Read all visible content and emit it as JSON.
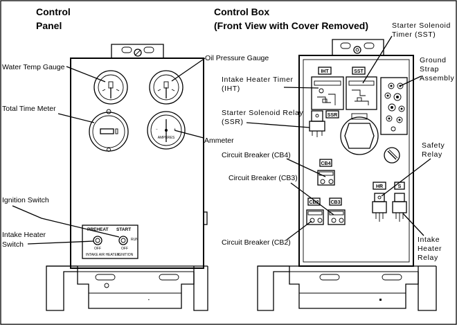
{
  "left": {
    "title_line1": "Control",
    "title_line2": "Panel",
    "labels": {
      "water_temp": "Water Temp Gauge",
      "oil_pressure": "Oil Pressure Gauge",
      "total_time": "Total Time Meter",
      "ammeter": "Ammeter",
      "ignition": "Ignition Switch",
      "intake_heater_1": "Intake Heater",
      "intake_heater_2": "Switch"
    },
    "switch_plate": {
      "preheat": "PREHEAT",
      "start": "START",
      "run": "RUN",
      "off_left": "OFF",
      "off_right": "OFF",
      "intake_air_heater": "INTAKE AIR HEATER",
      "ignition": "IGNITION"
    },
    "ammeter_face": "AMPERES"
  },
  "right": {
    "title_line1": "Control Box",
    "title_line2": "(Front View with Cover Removed)",
    "labels": {
      "sst_1": "Starter Solenoid",
      "sst_2": "Timer (SST)",
      "ground_1": "Ground",
      "ground_2": "Strap",
      "ground_3": "Assembly",
      "iht_1": "Intake Heater Timer",
      "iht_2": "(IHT)",
      "ssr_1": "Starter Solenoid Relay",
      "ssr_2": "(SSR)",
      "cb4": "Circuit Breaker (CB4)",
      "cb3": "Circuit Breaker (CB3)",
      "cb2": "Circuit Breaker (CB2)",
      "safety_1": "Safety",
      "safety_2": "Relay",
      "ihr_1": "Intake",
      "ihr_2": "Heater",
      "ihr_3": "Relay"
    },
    "tags": {
      "iht": "IHT",
      "sst": "SST",
      "ssr": "SSR",
      "cb4": "CB4",
      "cb2": "CB2",
      "cb3": "CB3",
      "hr": "HR",
      "s": "S"
    }
  }
}
